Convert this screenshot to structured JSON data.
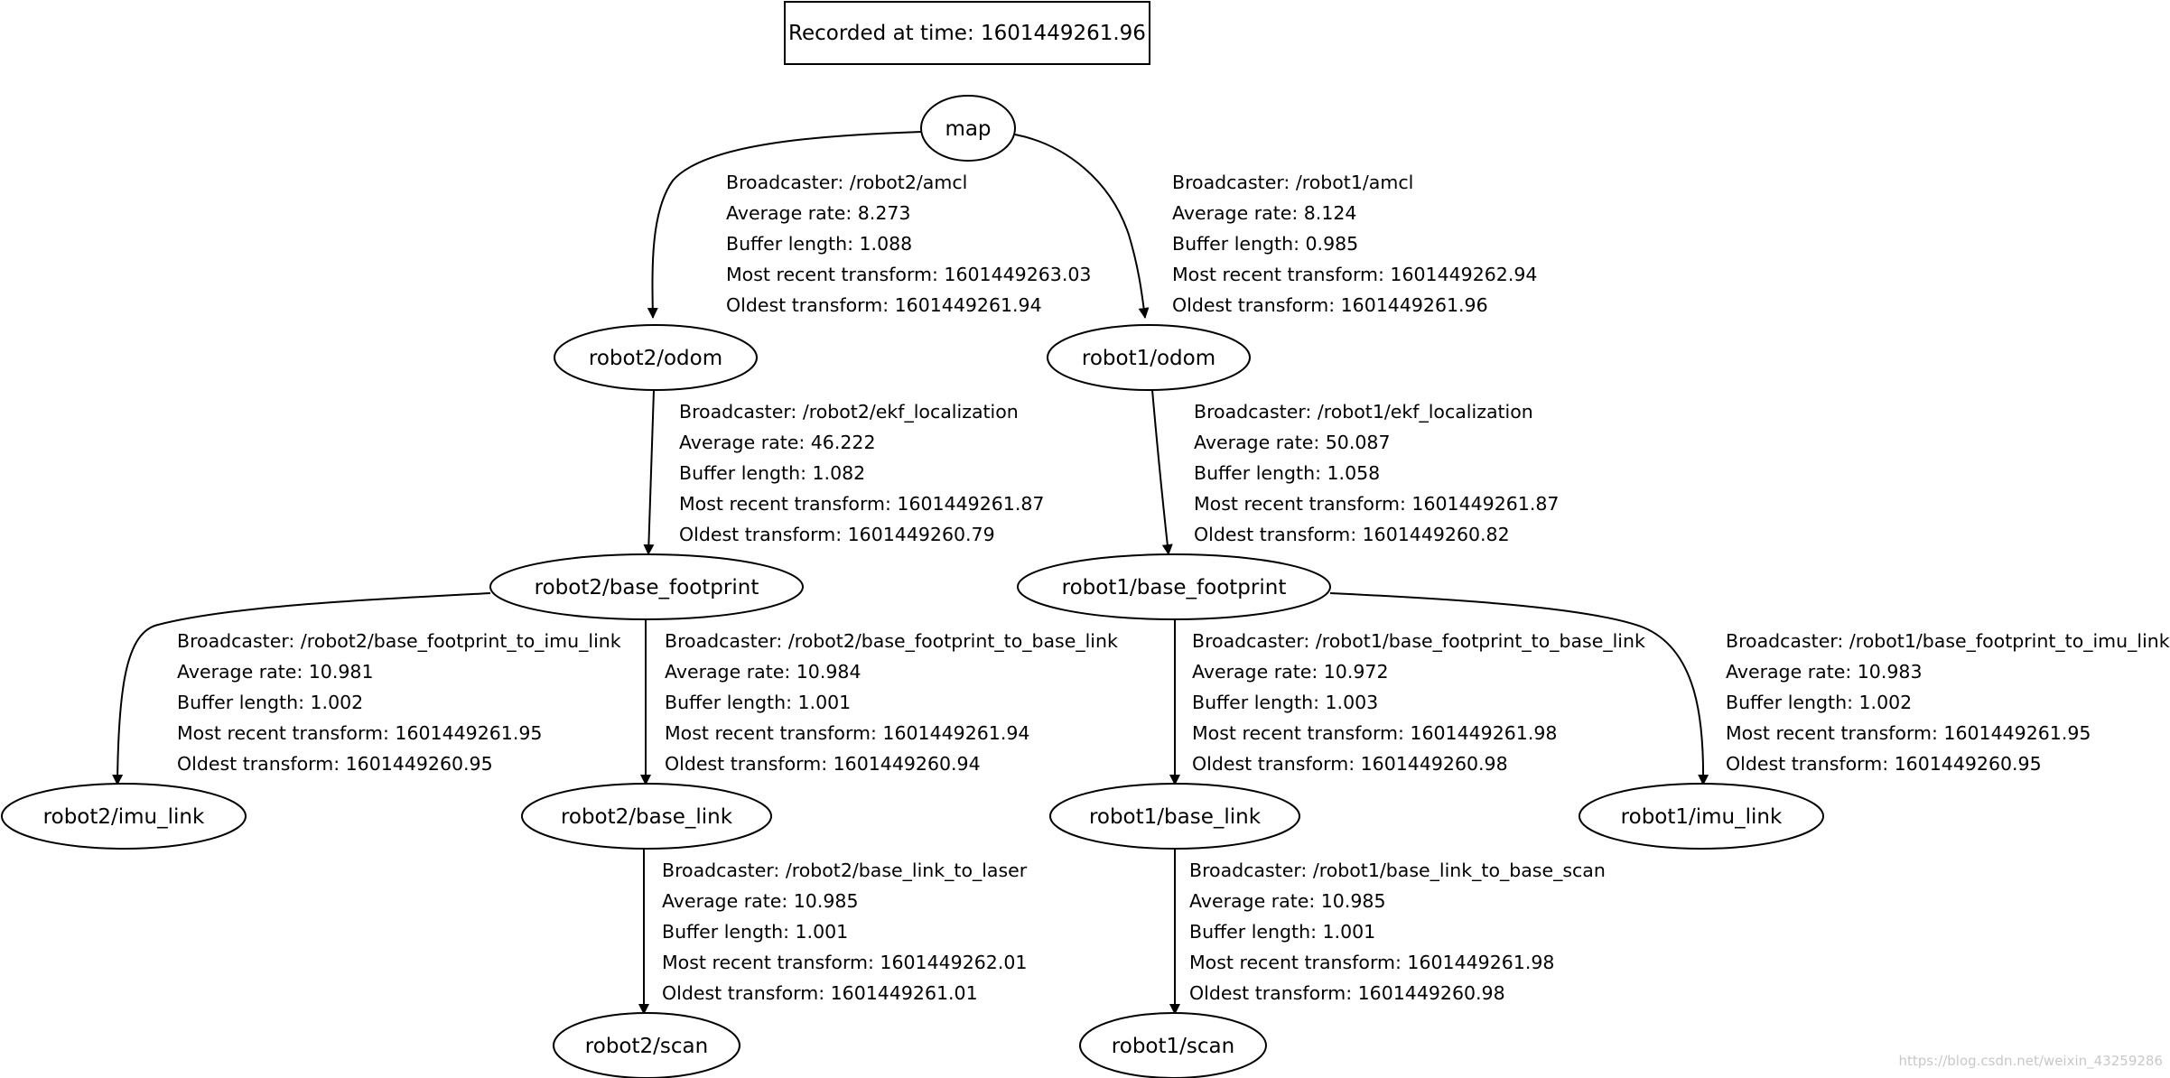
{
  "header": {
    "recorded": "Recorded at time: 1601449261.96"
  },
  "nodes": {
    "map": "map",
    "robot2_odom": "robot2/odom",
    "robot1_odom": "robot1/odom",
    "robot2_base_footprint": "robot2/base_footprint",
    "robot1_base_footprint": "robot1/base_footprint",
    "robot2_imu_link": "robot2/imu_link",
    "robot2_base_link": "robot2/base_link",
    "robot1_base_link": "robot1/base_link",
    "robot1_imu_link": "robot1/imu_link",
    "robot2_scan": "robot2/scan",
    "robot1_scan": "robot1/scan"
  },
  "edges": {
    "map_robot2_odom": [
      "Broadcaster: /robot2/amcl",
      "Average rate: 8.273",
      "Buffer length: 1.088",
      "Most recent transform: 1601449263.03",
      "Oldest transform: 1601449261.94"
    ],
    "map_robot1_odom": [
      "Broadcaster: /robot1/amcl",
      "Average rate: 8.124",
      "Buffer length: 0.985",
      "Most recent transform: 1601449262.94",
      "Oldest transform: 1601449261.96"
    ],
    "robot2_odom_base_footprint": [
      "Broadcaster: /robot2/ekf_localization",
      "Average rate: 46.222",
      "Buffer length: 1.082",
      "Most recent transform: 1601449261.87",
      "Oldest transform: 1601449260.79"
    ],
    "robot1_odom_base_footprint": [
      "Broadcaster: /robot1/ekf_localization",
      "Average rate: 50.087",
      "Buffer length: 1.058",
      "Most recent transform: 1601449261.87",
      "Oldest transform: 1601449260.82"
    ],
    "robot2_footprint_imu": [
      "Broadcaster: /robot2/base_footprint_to_imu_link",
      "Average rate: 10.981",
      "Buffer length: 1.002",
      "Most recent transform: 1601449261.95",
      "Oldest transform: 1601449260.95"
    ],
    "robot2_footprint_base_link": [
      "Broadcaster: /robot2/base_footprint_to_base_link",
      "Average rate: 10.984",
      "Buffer length: 1.001",
      "Most recent transform: 1601449261.94",
      "Oldest transform: 1601449260.94"
    ],
    "robot1_footprint_base_link": [
      "Broadcaster: /robot1/base_footprint_to_base_link",
      "Average rate: 10.972",
      "Buffer length: 1.003",
      "Most recent transform: 1601449261.98",
      "Oldest transform: 1601449260.98"
    ],
    "robot1_footprint_imu": [
      "Broadcaster: /robot1/base_footprint_to_imu_link",
      "Average rate: 10.983",
      "Buffer length: 1.002",
      "Most recent transform: 1601449261.95",
      "Oldest transform: 1601449260.95"
    ],
    "robot2_base_link_scan": [
      "Broadcaster: /robot2/base_link_to_laser",
      "Average rate: 10.985",
      "Buffer length: 1.001",
      "Most recent transform: 1601449262.01",
      "Oldest transform: 1601449261.01"
    ],
    "robot1_base_link_scan": [
      "Broadcaster: /robot1/base_link_to_base_scan",
      "Average rate: 10.985",
      "Buffer length: 1.001",
      "Most recent transform: 1601449261.98",
      "Oldest transform: 1601449260.98"
    ]
  },
  "watermark": "https://blog.csdn.net/weixin_43259286"
}
